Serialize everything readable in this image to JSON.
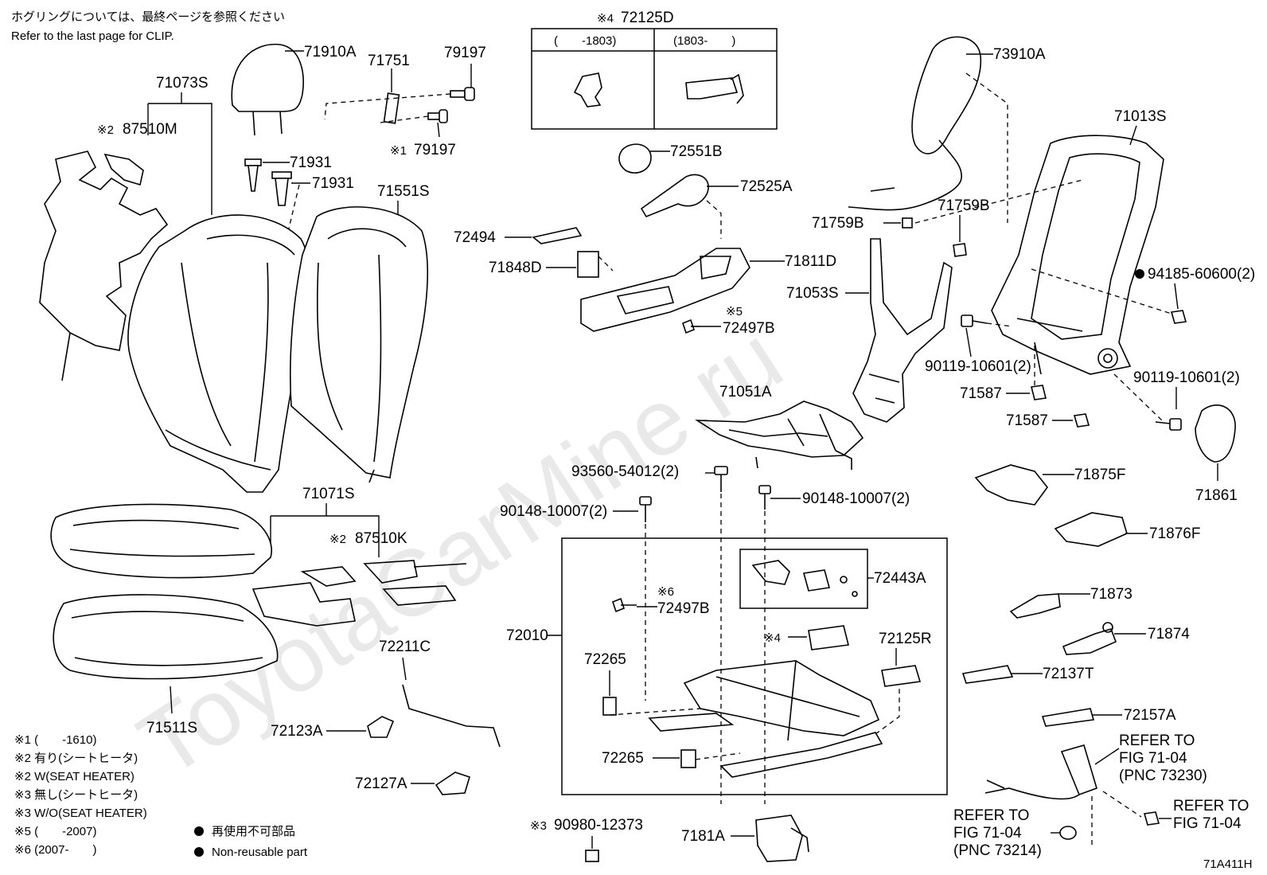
{
  "header": {
    "note_jp": "ホグリングについては、最終ページを参照ください",
    "note_en": "Refer to the last page for CLIP."
  },
  "watermark": "ToyotaCarMine.ru",
  "inset_72125D": {
    "mark": "※4",
    "part": "72125D",
    "col_left": "(　　-1803)",
    "col_right": "(1803-　　)"
  },
  "labels": {
    "p71910A": "71910A",
    "p71751": "71751",
    "p79197a": "79197",
    "p79197b_mark": "※1",
    "p79197b": "79197",
    "p71073S": "71073S",
    "p87510M_mark": "※2",
    "p87510M": "87510M",
    "p71931a": "71931",
    "p71931b": "71931",
    "p71551S": "71551S",
    "p72551B": "72551B",
    "p72525A": "72525A",
    "p72494": "72494",
    "p71848D": "71848D",
    "p71811D": "71811D",
    "p72497Ba_mark": "※5",
    "p72497Ba": "72497B",
    "p73910A": "73910A",
    "p71013S": "71013S",
    "p71759Ba": "71759B",
    "p71759Bb": "71759B",
    "p94185": "94185-60600(2)",
    "p71053S": "71053S",
    "p90119a": "90119-10601(2)",
    "p90119b": "90119-10601(2)",
    "p71587a": "71587",
    "p71587b": "71587",
    "p71861": "71861",
    "p71875F": "71875F",
    "p71876F": "71876F",
    "p71051A": "71051A",
    "p93560": "93560-54012(2)",
    "p90148a": "90148-10007(2)",
    "p90148b": "90148-10007(2)",
    "p71071S": "71071S",
    "p87510K_mark": "※2",
    "p87510K": "87510K",
    "p72443A": "72443A",
    "p72497Bb_mark": "※6",
    "p72497Bb": "72497B",
    "p72010": "72010",
    "p72125D_mark": "※4",
    "p72125R": "72125R",
    "p72265a": "72265",
    "p72265b": "72265",
    "p72211C": "72211C",
    "p72123A": "72123A",
    "p72127A": "72127A",
    "p71511S": "71511S",
    "p71873": "71873",
    "p71874": "71874",
    "p72137T": "72137T",
    "p72157A": "72157A",
    "p90980_mark": "※3",
    "p90980": "90980-12373",
    "p7181A": "7181A",
    "ref1_l1": "REFER TO",
    "ref1_l2": "FIG 71-04",
    "ref1_l3": "(PNC 73230)",
    "ref2_l1": "REFER TO",
    "ref2_l2": "FIG 71-04",
    "ref2_l3": "(PNC 73214)",
    "ref3_l1": "REFER TO",
    "ref3_l2": "FIG 71-04",
    "figure_id": "71A411H"
  },
  "legend": {
    "items": [
      "※1 (　　-1610)",
      "※2 有り(シートヒータ)",
      "※2 W(SEAT HEATER)",
      "※3 無し(シートヒータ)",
      "※3 W/O(SEAT HEATER)",
      "※5 (　　-2007)",
      "※6 (2007-　　)"
    ],
    "nonreusable_jp": "再使用不可部品",
    "nonreusable_en": "Non-reusable part"
  }
}
